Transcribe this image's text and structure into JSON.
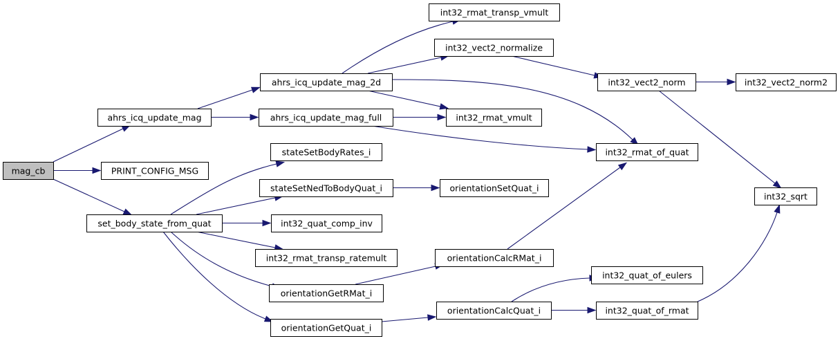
{
  "graph": {
    "edge_color": "#191970",
    "root_fill": "#bfbfbf",
    "nodes": [
      {
        "id": "mag_cb",
        "label": "mag_cb",
        "root": true
      },
      {
        "id": "ahrs_icq_update_mag",
        "label": "ahrs_icq_update_mag"
      },
      {
        "id": "print_config_msg",
        "label": "PRINT_CONFIG_MSG"
      },
      {
        "id": "set_body_state_from_quat",
        "label": "set_body_state_from_quat"
      },
      {
        "id": "ahrs_icq_update_mag_2d",
        "label": "ahrs_icq_update_mag_2d"
      },
      {
        "id": "ahrs_icq_update_mag_full",
        "label": "ahrs_icq_update_mag_full"
      },
      {
        "id": "stateSetBodyRates_i",
        "label": "stateSetBodyRates_i"
      },
      {
        "id": "stateSetNedToBodyQuat_i",
        "label": "stateSetNedToBodyQuat_i"
      },
      {
        "id": "int32_quat_comp_inv",
        "label": "int32_quat_comp_inv"
      },
      {
        "id": "int32_rmat_transp_ratemult",
        "label": "int32_rmat_transp_ratemult"
      },
      {
        "id": "orientationGetRMat_i",
        "label": "orientationGetRMat_i"
      },
      {
        "id": "orientationGetQuat_i",
        "label": "orientationGetQuat_i"
      },
      {
        "id": "int32_rmat_transp_vmult",
        "label": "int32_rmat_transp_vmult"
      },
      {
        "id": "int32_vect2_normalize",
        "label": "int32_vect2_normalize"
      },
      {
        "id": "int32_rmat_vmult",
        "label": "int32_rmat_vmult"
      },
      {
        "id": "orientationSetQuat_i",
        "label": "orientationSetQuat_i"
      },
      {
        "id": "orientationCalcRMat_i",
        "label": "orientationCalcRMat_i"
      },
      {
        "id": "orientationCalcQuat_i",
        "label": "orientationCalcQuat_i"
      },
      {
        "id": "int32_vect2_norm",
        "label": "int32_vect2_norm"
      },
      {
        "id": "int32_rmat_of_quat",
        "label": "int32_rmat_of_quat"
      },
      {
        "id": "int32_quat_of_eulers",
        "label": "int32_quat_of_eulers"
      },
      {
        "id": "int32_quat_of_rmat",
        "label": "int32_quat_of_rmat"
      },
      {
        "id": "int32_vect2_norm2",
        "label": "int32_vect2_norm2"
      },
      {
        "id": "int32_sqrt",
        "label": "int32_sqrt"
      }
    ],
    "edges": [
      {
        "from": "mag_cb",
        "to": "ahrs_icq_update_mag"
      },
      {
        "from": "mag_cb",
        "to": "print_config_msg"
      },
      {
        "from": "mag_cb",
        "to": "set_body_state_from_quat"
      },
      {
        "from": "ahrs_icq_update_mag",
        "to": "ahrs_icq_update_mag_2d"
      },
      {
        "from": "ahrs_icq_update_mag",
        "to": "ahrs_icq_update_mag_full"
      },
      {
        "from": "ahrs_icq_update_mag_2d",
        "to": "int32_rmat_transp_vmult"
      },
      {
        "from": "ahrs_icq_update_mag_2d",
        "to": "int32_vect2_normalize"
      },
      {
        "from": "ahrs_icq_update_mag_2d",
        "to": "int32_rmat_vmult"
      },
      {
        "from": "ahrs_icq_update_mag_2d",
        "to": "int32_rmat_of_quat"
      },
      {
        "from": "ahrs_icq_update_mag_full",
        "to": "int32_rmat_vmult"
      },
      {
        "from": "ahrs_icq_update_mag_full",
        "to": "int32_rmat_of_quat"
      },
      {
        "from": "int32_vect2_normalize",
        "to": "int32_vect2_norm"
      },
      {
        "from": "int32_vect2_norm",
        "to": "int32_vect2_norm2"
      },
      {
        "from": "int32_vect2_norm",
        "to": "int32_sqrt"
      },
      {
        "from": "set_body_state_from_quat",
        "to": "stateSetBodyRates_i"
      },
      {
        "from": "set_body_state_from_quat",
        "to": "stateSetNedToBodyQuat_i"
      },
      {
        "from": "set_body_state_from_quat",
        "to": "int32_quat_comp_inv"
      },
      {
        "from": "set_body_state_from_quat",
        "to": "int32_rmat_transp_ratemult"
      },
      {
        "from": "set_body_state_from_quat",
        "to": "orientationGetRMat_i"
      },
      {
        "from": "set_body_state_from_quat",
        "to": "orientationGetQuat_i"
      },
      {
        "from": "stateSetNedToBodyQuat_i",
        "to": "orientationSetQuat_i"
      },
      {
        "from": "orientationGetRMat_i",
        "to": "orientationCalcRMat_i"
      },
      {
        "from": "orientationCalcRMat_i",
        "to": "int32_rmat_of_quat"
      },
      {
        "from": "orientationGetQuat_i",
        "to": "orientationCalcQuat_i"
      },
      {
        "from": "orientationCalcQuat_i",
        "to": "int32_quat_of_eulers"
      },
      {
        "from": "orientationCalcQuat_i",
        "to": "int32_quat_of_rmat"
      },
      {
        "from": "int32_quat_of_rmat",
        "to": "int32_sqrt"
      }
    ]
  }
}
